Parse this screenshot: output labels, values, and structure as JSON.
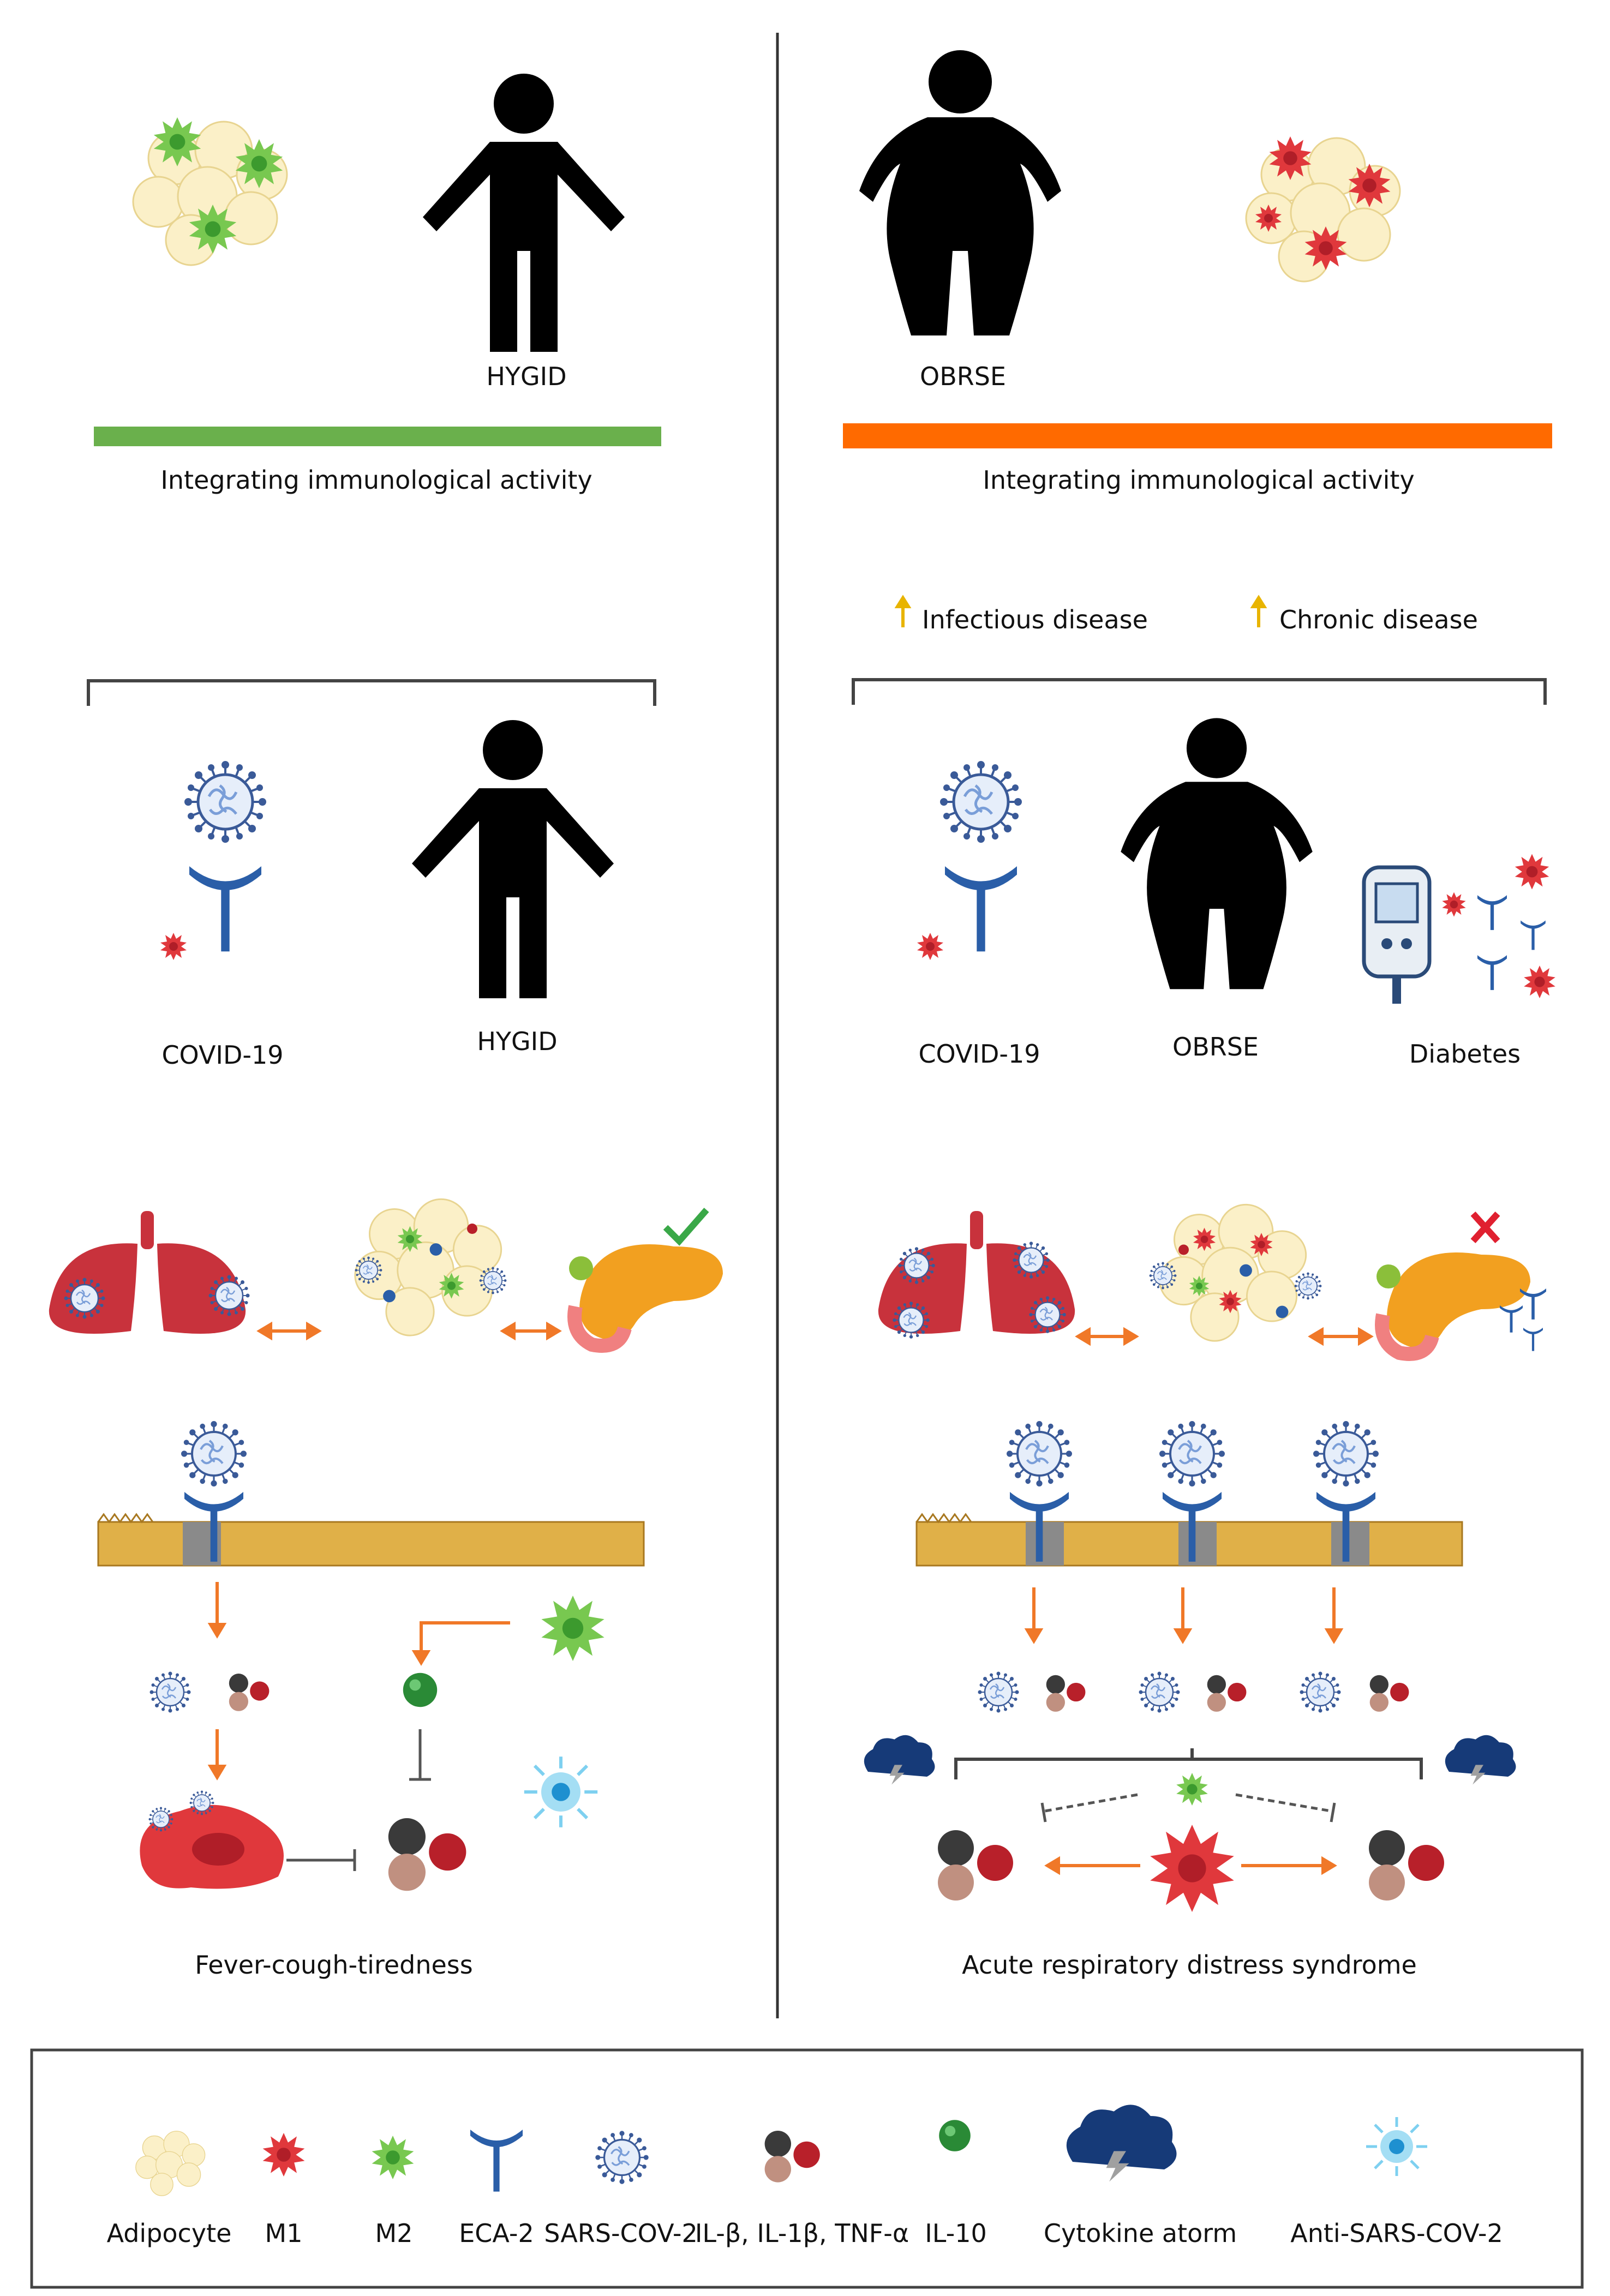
{
  "left": {
    "person_label": "HYGID",
    "bar_label": "Integrating immunological activity",
    "bar_color": "#6ab04c",
    "labels": {
      "virus": "COVID-19",
      "person": "HYGID"
    },
    "outcome": "Fever-cough-tiredness"
  },
  "right": {
    "person_label": "OBRSE",
    "bar_label": "Integrating immunological activity",
    "bar_color": "#ff6a00",
    "risks": [
      "Infectious disease",
      "Chronic disease"
    ],
    "labels": {
      "virus": "COVID-19",
      "person": "OBRSE",
      "diabetes": "Diabetes"
    },
    "outcome": "Acute respiratory distress syndrome"
  },
  "legend": {
    "items": [
      {
        "icon": "adipocyte-icon",
        "label": "Adipocyte"
      },
      {
        "icon": "m1-macrophage-icon",
        "label": "M1"
      },
      {
        "icon": "m2-macrophage-icon",
        "label": "M2"
      },
      {
        "icon": "ace2-receptor-icon",
        "label": "ECA-2"
      },
      {
        "icon": "sars-cov-2-icon",
        "label": "SARS-COV-2"
      },
      {
        "icon": "cytokines-icon",
        "label": "IL-β, IL-1β, TNF-α"
      },
      {
        "icon": "il-10-icon",
        "label": "IL-10"
      },
      {
        "icon": "cytokine-storm-icon",
        "label": "Cytokine atorm"
      },
      {
        "icon": "anti-sars-cov-2-icon",
        "label": "Anti-SARS-COV-2"
      }
    ]
  },
  "colors": {
    "arrow": "#f07828",
    "m1": "#e0383c",
    "m2": "#6cc04a",
    "receptor": "#2a5ea8",
    "virus": "#7a9ed8",
    "adipocyte": "#fbf0c8",
    "lung": "#c8323c",
    "storm": "#163a78",
    "person": "#000000"
  }
}
